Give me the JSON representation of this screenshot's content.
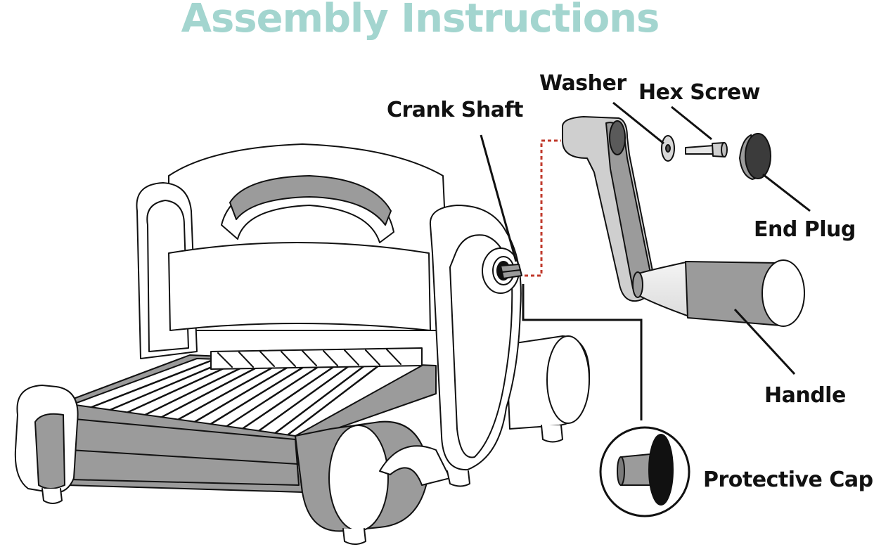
{
  "title": "Assembly Instructions",
  "labels": {
    "crank_shaft": "Crank Shaft",
    "washer": "Washer",
    "hex_screw": "Hex Screw",
    "end_plug": "End Plug",
    "handle": "Handle",
    "protective_cap": "Protective Cap"
  },
  "colors": {
    "title": "#a3d5cf",
    "part_fill": "#9b9b9b",
    "part_light": "#cfcfcf",
    "outline": "#111111",
    "guide_line": "#c0392b"
  }
}
